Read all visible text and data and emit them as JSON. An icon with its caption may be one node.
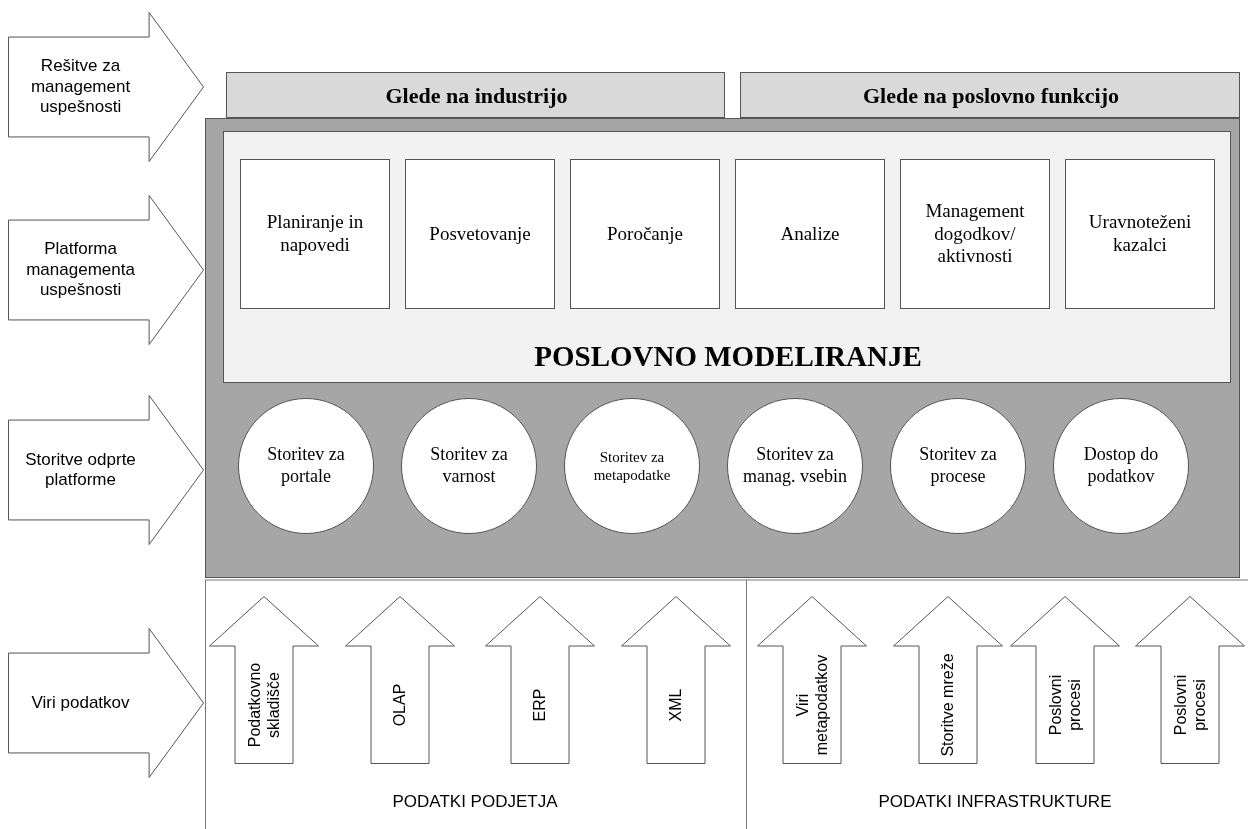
{
  "diagram": {
    "nodes": [
      {
        "text": [
          "Rešitve za management uspešnosti"
        ]
      },
      {
        "text": [
          "Glede na industrijo"
        ]
      },
      {
        "text": [
          "Glede na poslovno funkcijo"
        ]
      },
      {
        "text": [
          "Platforma managementa uspešnosti"
        ]
      },
      {
        "text": [],
        "shape": "box"
      },
      {
        "text": [
          "POSLOVNO MODELIRANJE"
        ],
        "in": 4
      },
      {
        "text": [
          "Planiranje in napovedi"
        ],
        "in": 5
      },
      {
        "text": [
          "Posvetovanje"
        ],
        "in": 5
      },
      {
        "text": [
          "Poročanje"
        ],
        "in": 5
      },
      {
        "text": [
          "Analize"
        ],
        "in": 5
      },
      {
        "text": [
          "Management dogodkov/ aktivnosti"
        ],
        "in": 5
      },
      {
        "text": [
          "Uravnoteženi kazalci"
        ],
        "in": 5
      },
      {
        "text": [
          "Storitve odprte platforme"
        ]
      },
      {
        "text": [
          "Storitev za portale"
        ],
        "in": 4
      },
      {
        "text": [
          "Storitev za varnost"
        ],
        "in": 4
      },
      {
        "text": [
          "Storitev za metapodatke"
        ],
        "in": 4
      },
      {
        "text": [
          "Storitev za manag. vsebin"
        ],
        "in": 4
      },
      {
        "text": [
          "Storitev za procese"
        ],
        "in": 4
      },
      {
        "text": [
          "Dostop do podatkov"
        ],
        "in": 4
      },
      {
        "text": [
          "Viri podatkov"
        ]
      },
      {
        "text": [
          "Podatkovno skladišče"
        ]
      },
      {
        "text": [
          "OLAP"
        ]
      },
      {
        "text": [
          "ERP"
        ]
      },
      {
        "text": [
          "XML"
        ]
      },
      {
        "text": [
          "Viri metapodatkov"
        ]
      },
      {
        "text": [
          "Storitve mreže"
        ]
      },
      {
        "text": [
          "Poslovni procesi"
        ]
      },
      {
        "text": [
          "Poslovni procesi"
        ]
      }
    ],
    "labels": [
      "PODATKI PODJETJA",
      "PODATKI INFRASTRUKTURE"
    ]
  }
}
